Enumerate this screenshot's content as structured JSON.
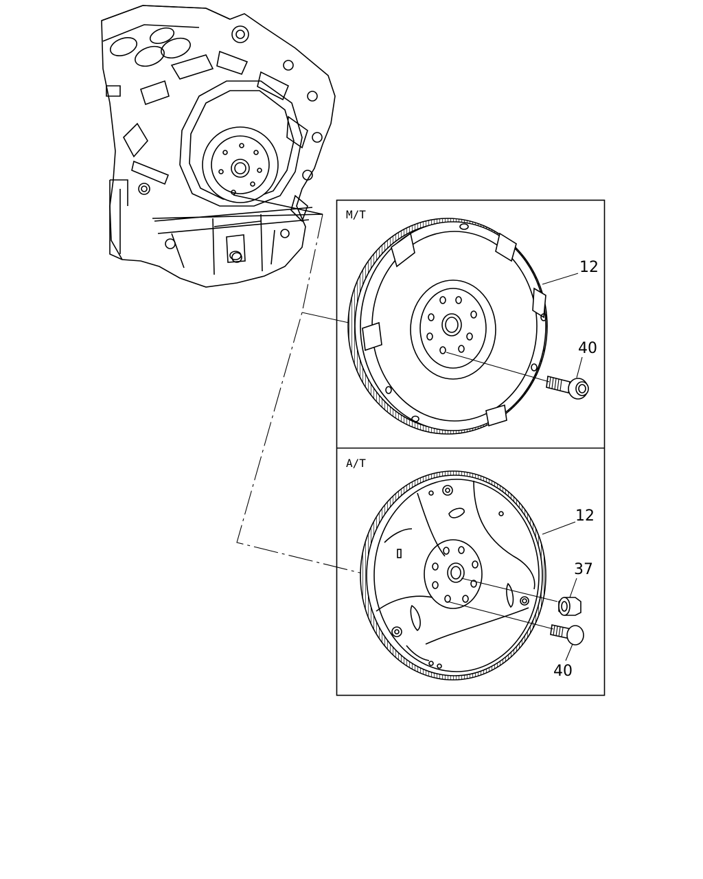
{
  "panels": {
    "manual": {
      "label": "M/T"
    },
    "automatic": {
      "label": "A/T"
    }
  },
  "callouts": {
    "mt_flywheel": "12",
    "mt_bolt": "40",
    "at_flexplate": "12",
    "at_spacer": "37",
    "at_bolt": "40"
  }
}
